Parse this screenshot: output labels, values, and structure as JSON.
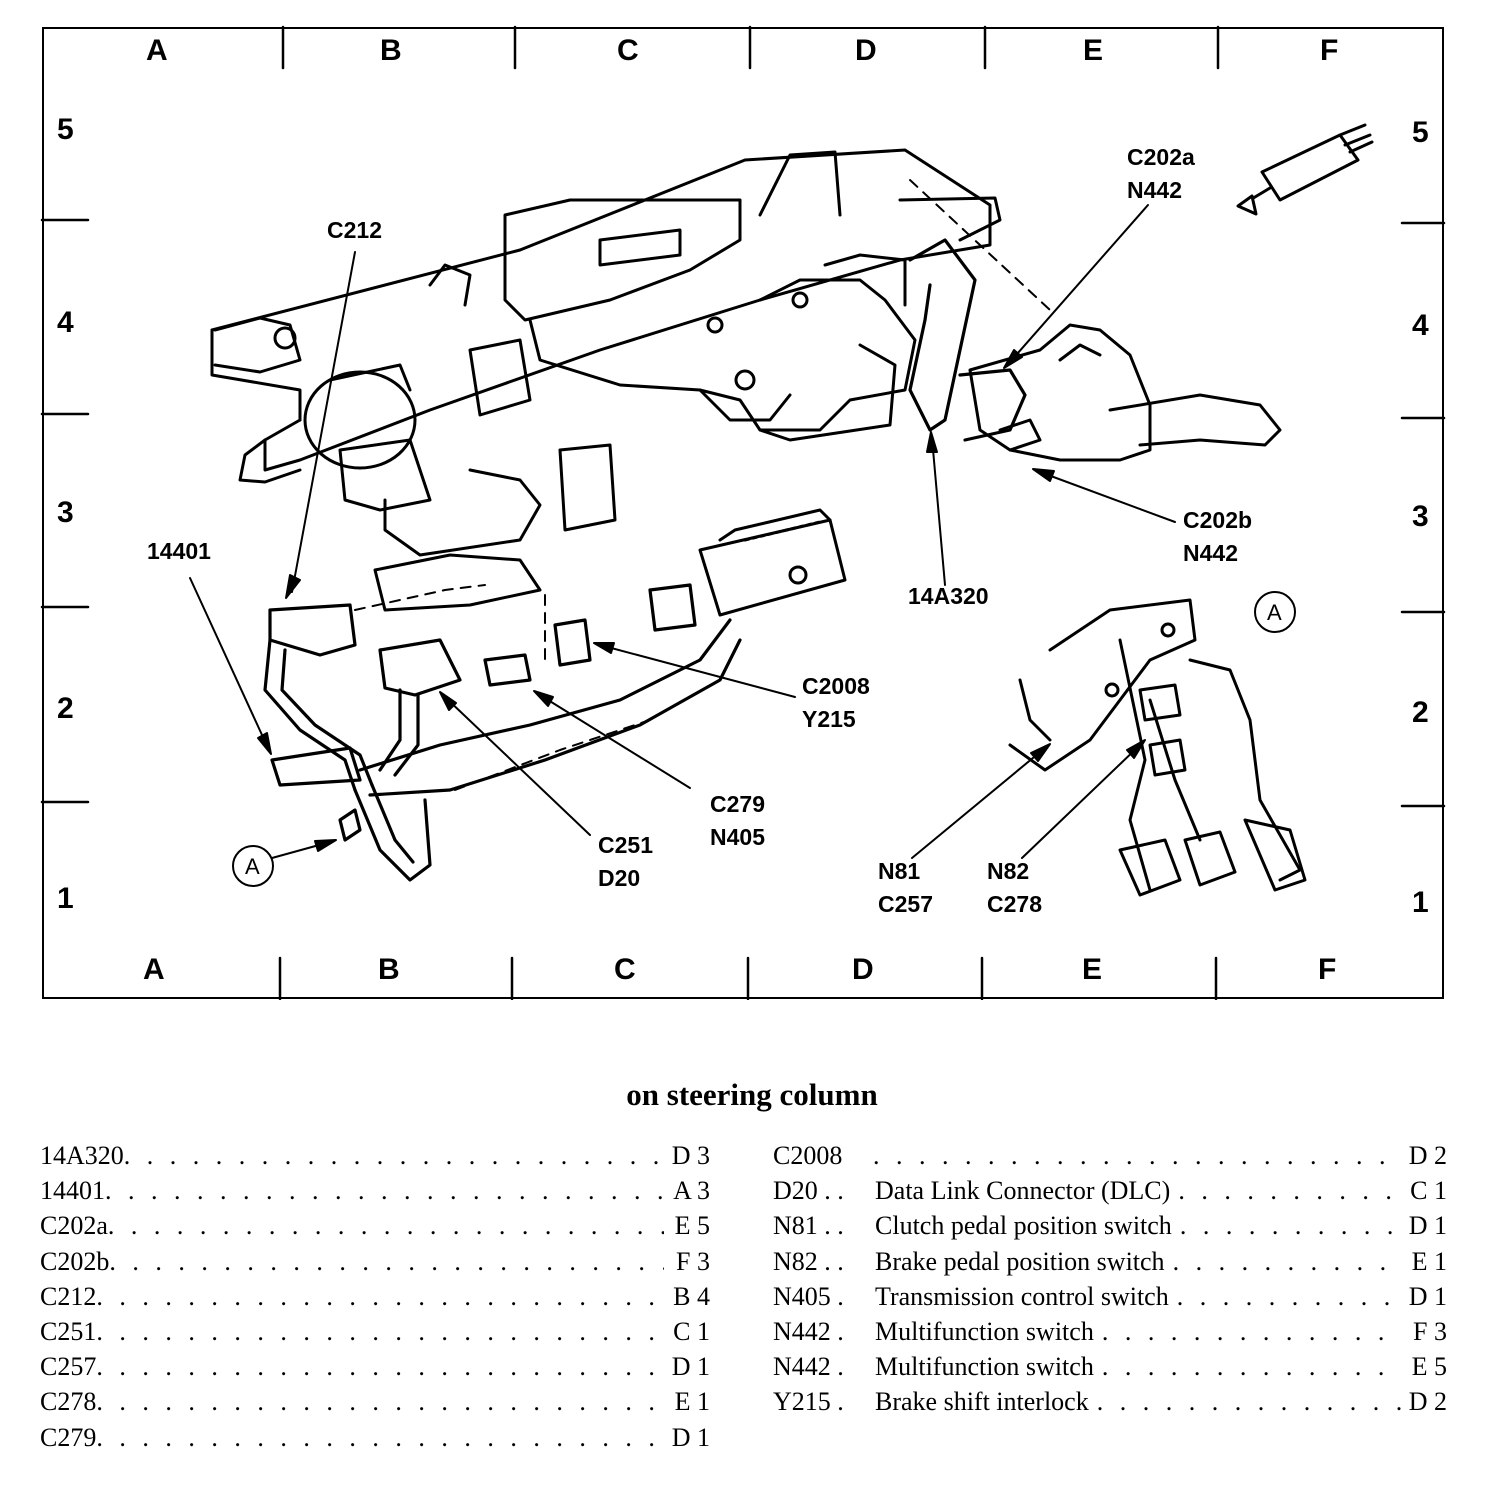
{
  "grid": {
    "columns": [
      "A",
      "B",
      "C",
      "D",
      "E",
      "F"
    ],
    "rows": [
      "5",
      "4",
      "3",
      "2",
      "1"
    ]
  },
  "callouts": {
    "c212": "C212",
    "c202a": [
      "C202a",
      "N442"
    ],
    "c202b": [
      "C202b",
      "N442"
    ],
    "n14a320": "14A320",
    "n14401": "14401",
    "c2008": [
      "C2008",
      "Y215"
    ],
    "c279": [
      "C279",
      "N405"
    ],
    "c251": [
      "C251",
      "D20"
    ],
    "n81": [
      "N81",
      "C257"
    ],
    "n82": [
      "N82",
      "C278"
    ],
    "marker_a": "A"
  },
  "caption": "on steering column",
  "index_left": [
    {
      "code": "14A320",
      "loc": "D 3"
    },
    {
      "code": "14401",
      "loc": "A 3"
    },
    {
      "code": "C202a",
      "loc": "E 5"
    },
    {
      "code": "C202b",
      "loc": "F 3"
    },
    {
      "code": "C212",
      "loc": "B 4"
    },
    {
      "code": "C251",
      "loc": "C 1"
    },
    {
      "code": "C257",
      "loc": "D 1"
    },
    {
      "code": "C278",
      "loc": "E 1"
    },
    {
      "code": "C279",
      "loc": "D 1"
    }
  ],
  "index_right": [
    {
      "code": "C2008",
      "desc": "",
      "loc": "D 2"
    },
    {
      "code": "D20 . .",
      "desc": "Data Link Connector (DLC)",
      "loc": "C 1"
    },
    {
      "code": "N81 . .",
      "desc": "Clutch pedal position switch",
      "loc": "D 1"
    },
    {
      "code": "N82 . .",
      "desc": "Brake pedal position switch",
      "loc": "E 1"
    },
    {
      "code": "N405 .",
      "desc": "Transmission control switch",
      "loc": "D 1"
    },
    {
      "code": "N442 .",
      "desc": "Multifunction switch",
      "loc": "F 3"
    },
    {
      "code": "N442 .",
      "desc": "Multifunction switch",
      "loc": "E 5"
    },
    {
      "code": "Y215 .",
      "desc": "Brake shift interlock",
      "loc": "D 2"
    }
  ],
  "dot_leader": ". . . . . . . . . . . . . . . . . . . . . . . . . . . . . . . . . . . . . . . . . . . . . . . . . ."
}
